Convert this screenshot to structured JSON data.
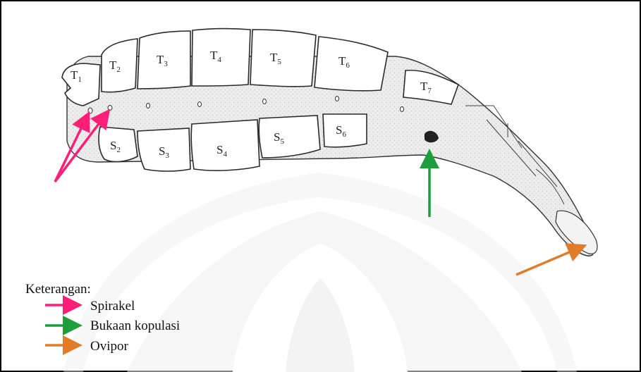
{
  "segments": {
    "tergites": [
      {
        "base": "T",
        "sub": "1"
      },
      {
        "base": "T",
        "sub": "2"
      },
      {
        "base": "T",
        "sub": "3"
      },
      {
        "base": "T",
        "sub": "4"
      },
      {
        "base": "T",
        "sub": "5"
      },
      {
        "base": "T",
        "sub": "6"
      },
      {
        "base": "T",
        "sub": "7"
      }
    ],
    "sternites": [
      {
        "base": "S",
        "sub": "2"
      },
      {
        "base": "S",
        "sub": "3"
      },
      {
        "base": "S",
        "sub": "4"
      },
      {
        "base": "S",
        "sub": "5"
      },
      {
        "base": "S",
        "sub": "6"
      }
    ]
  },
  "legend": {
    "title": "Keterangan:",
    "items": [
      {
        "label": "Spirakel",
        "color": "#ff1f78"
      },
      {
        "label": "Bukaan kopulasi",
        "color": "#1e9e3a"
      },
      {
        "label": "Ovipor",
        "color": "#e07c2a"
      }
    ]
  },
  "colors": {
    "spirakel": "#ff1f78",
    "kopulasi": "#1e9e3a",
    "ovipor": "#e07c2a",
    "watermark": "#ececec",
    "border": "#000000"
  }
}
